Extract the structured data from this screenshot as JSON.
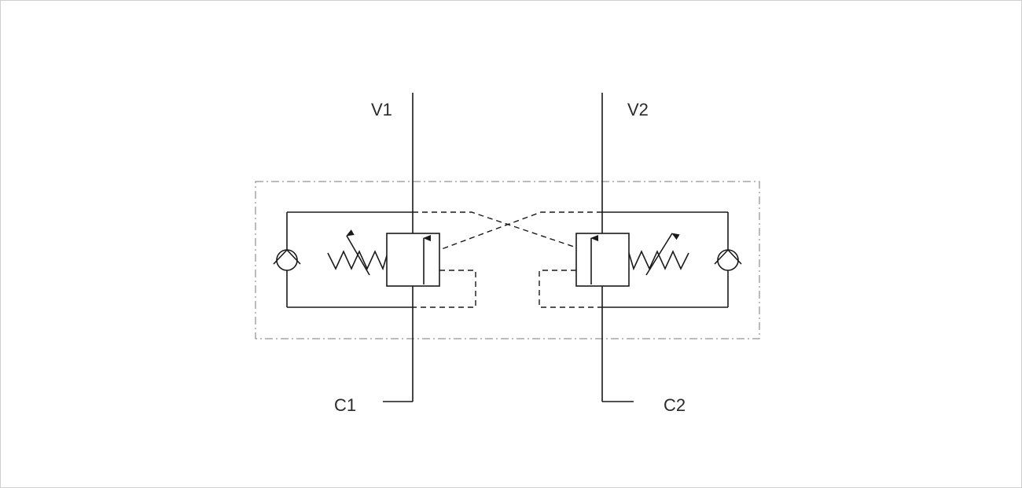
{
  "diagram": {
    "ports": {
      "v1": "V1",
      "v2": "V2",
      "c1": "C1",
      "c2": "C2"
    },
    "colors": {
      "line": "#1a1a1a",
      "enclosure": "#7a7a7a",
      "frame_border": "#cfcfcf",
      "background": "#ffffff"
    }
  }
}
